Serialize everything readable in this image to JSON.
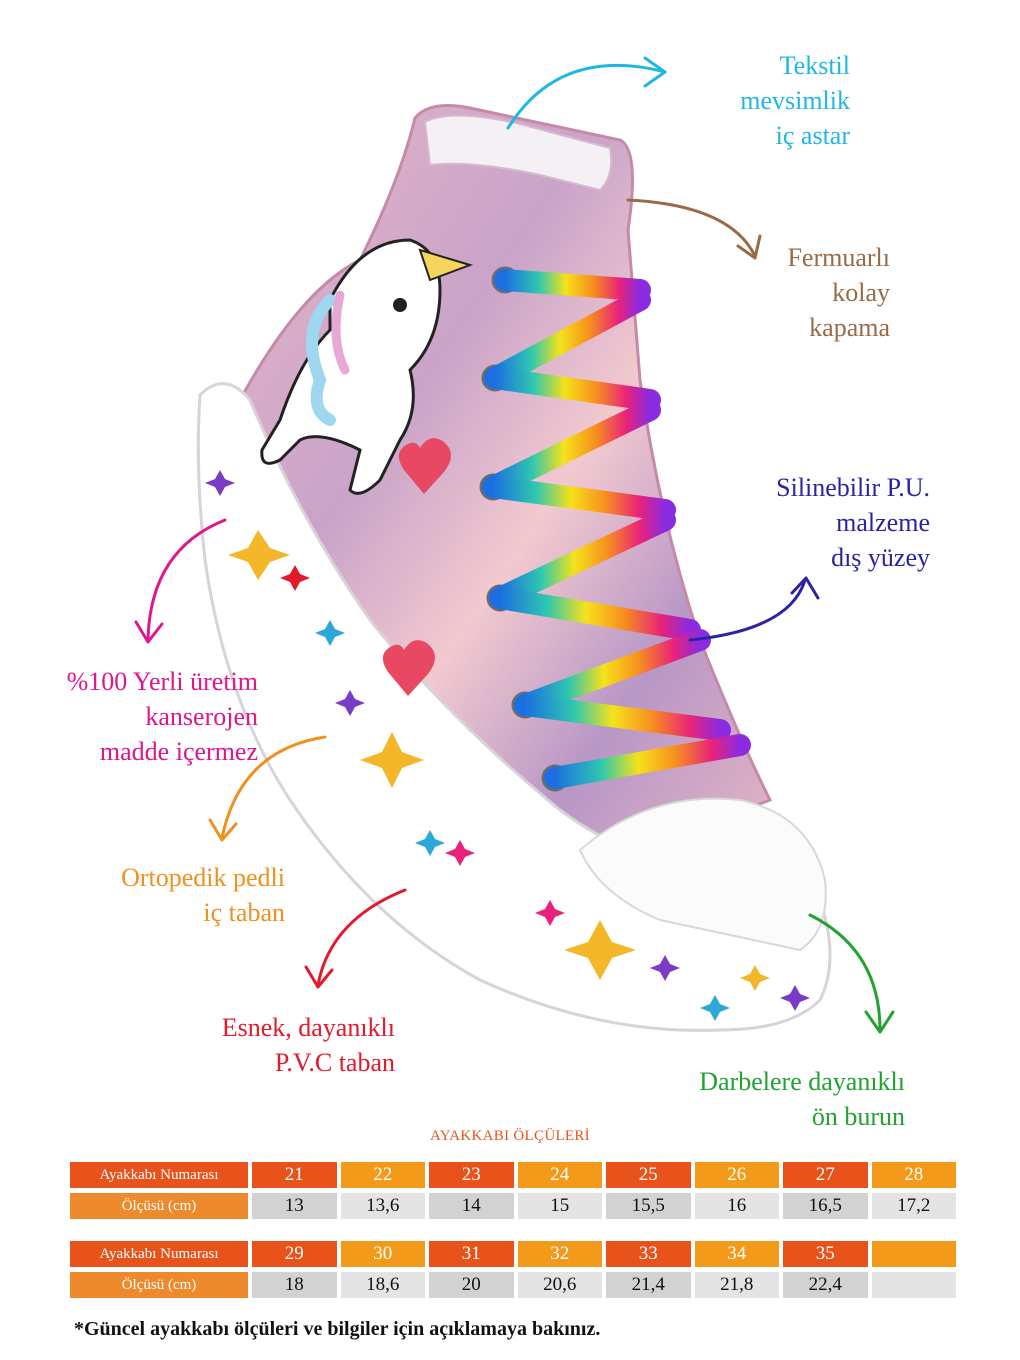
{
  "callouts": {
    "lining": [
      "Tekstil",
      "mevsimlik",
      "iç astar"
    ],
    "zipper": [
      "Fermuarlı",
      "kolay",
      "kapama"
    ],
    "surface": [
      "Silinebilir P.U.",
      "malzeme",
      "dış yüzey"
    ],
    "local": [
      "%100 Yerli üretim",
      "kanserojen",
      "madde içermez"
    ],
    "insole": [
      "Ortopedik pedli",
      "iç taban"
    ],
    "sole": [
      "Esnek, dayanıklı",
      "P.V.C taban"
    ],
    "toe": [
      "Darbelere dayanıklı",
      "ön burun"
    ]
  },
  "colors": {
    "lining": "#1fb6e6",
    "zipper": "#9a6a46",
    "surface": "#2a23a6",
    "local": "#e0168e",
    "insole": "#f0901e",
    "sole": "#e3192c",
    "toe": "#22a331"
  },
  "size_table": {
    "title": "AYAKKABI ÖLÇÜLERİ",
    "row_labels": {
      "size": "Ayakkabı Numarası",
      "cm": "Ölçüsü (cm)"
    },
    "group1": {
      "sizes": [
        "21",
        "22",
        "23",
        "24",
        "25",
        "26",
        "27",
        "28"
      ],
      "cms": [
        "13",
        "13,6",
        "14",
        "15",
        "15,5",
        "16",
        "16,5",
        "17,2"
      ]
    },
    "group2": {
      "sizes": [
        "29",
        "30",
        "31",
        "32",
        "33",
        "34",
        "35",
        ""
      ],
      "cms": [
        "18",
        "18,6",
        "20",
        "20,6",
        "21,4",
        "21,8",
        "22,4",
        ""
      ]
    }
  },
  "footnote": "*Güncel ayakkabı ölçüleri ve bilgiler için açıklamaya bakınız."
}
